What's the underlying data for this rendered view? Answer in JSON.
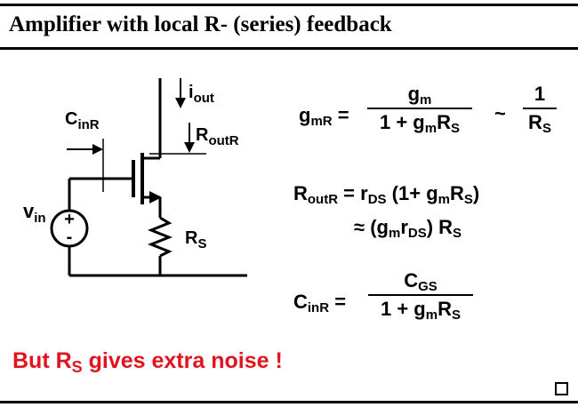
{
  "title": "Amplifier with local R- (series) feedback",
  "circuit": {
    "iout": {
      "base": "i",
      "sub": "out"
    },
    "routr": {
      "base": "R",
      "sub": "outR"
    },
    "cinr": {
      "base": "C",
      "sub": "inR"
    },
    "vin": {
      "base": "v",
      "sub": "in"
    },
    "rs": {
      "base": "R",
      "sub": "S"
    },
    "src_plus": "+",
    "src_minus": "-"
  },
  "equations": {
    "gmr": {
      "lhs_base": "g",
      "lhs_sub": "mR",
      "eq": "=",
      "num_base": "g",
      "num_sub": "m",
      "den_pre": "1 + g",
      "den_sub1": "m",
      "den_post": "R",
      "den_sub2": "S",
      "approx": "~",
      "num2": "1",
      "den2_base": "R",
      "den2_sub": "S"
    },
    "routr": {
      "lhs_base": "R",
      "lhs_sub": "outR",
      "eq": "=",
      "rhs1_pre": "r",
      "rhs1_sub1": "DS",
      "rhs1_mid": " (1+ g",
      "rhs1_sub2": "m",
      "rhs1_r": "R",
      "rhs1_sub3": "S",
      "rhs1_end": ")",
      "approx": "≈",
      "rhs2_pre": " (g",
      "rhs2_sub1": "m",
      "rhs2_r": "r",
      "rhs2_sub2": "DS",
      "rhs2_mid": ") R",
      "rhs2_sub3": "S"
    },
    "cinr": {
      "lhs_base": "C",
      "lhs_sub": "inR",
      "eq": "=",
      "num_base": "C",
      "num_sub": "GS",
      "den_pre": "1 + g",
      "den_sub1": "m",
      "den_post": "R",
      "den_sub2": "S"
    }
  },
  "note": {
    "pre": "But R",
    "sub": "S",
    "post": " gives extra noise !"
  },
  "colors": {
    "accent": "#e0141e",
    "ink": "#000000"
  }
}
